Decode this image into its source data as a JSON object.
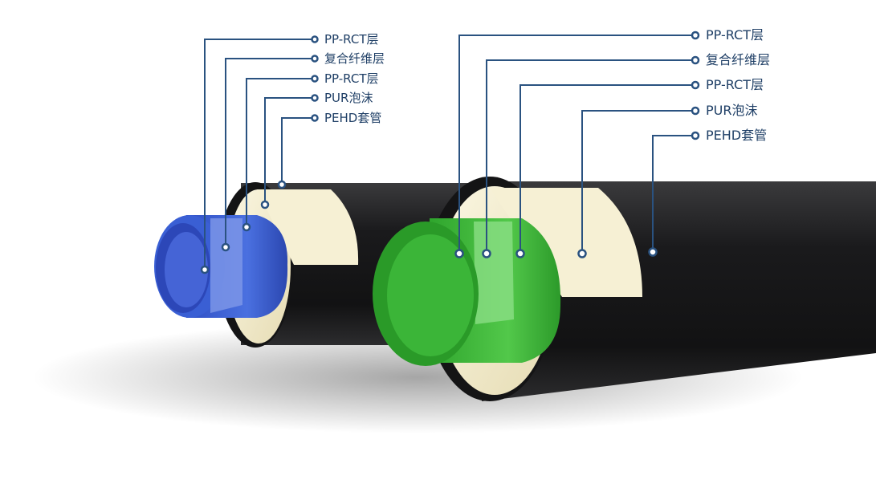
{
  "colors": {
    "leader_line": "#2a5280",
    "label_text": "#1f3f66",
    "jacket": "#1c1c1e",
    "foam": "#f3edcf",
    "pipe_blue": "#3f63d6",
    "pipe_green": "#3cb93a"
  },
  "left_pipe": {
    "labels": [
      "PP-RCT层",
      "复合纤维层",
      "PP-RCT层",
      "PUR泡沫",
      "PEHD套管"
    ]
  },
  "right_pipe": {
    "labels": [
      "PP-RCT层",
      "复合纤维层",
      "PP-RCT层",
      "PUR泡沫",
      "PEHD套管"
    ]
  }
}
